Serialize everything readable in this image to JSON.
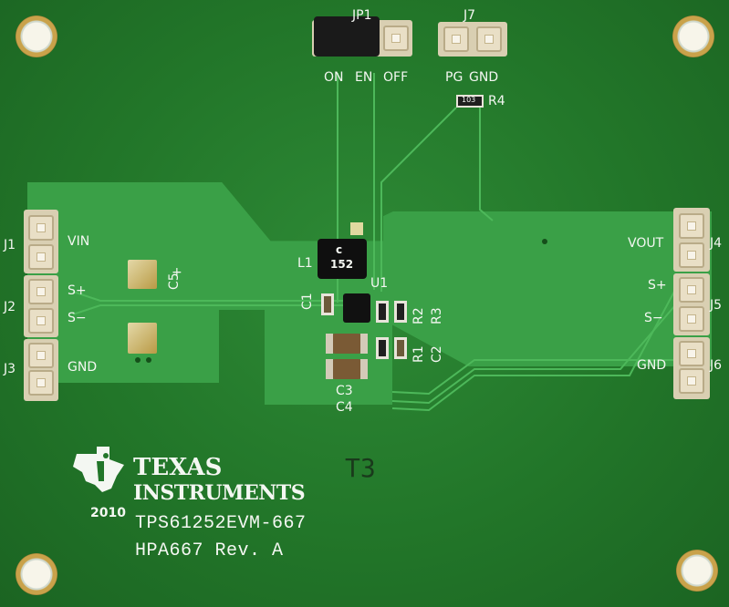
{
  "board": {
    "logo": {
      "line1": "TEXAS",
      "line2": "INSTRUMENTS",
      "icon": "ti-logo-icon"
    },
    "year": "2010",
    "part_number": "TPS61252EVM-667",
    "revision": "HPA667  Rev. A",
    "center_mark": "T3"
  },
  "labels": {
    "jp1": "JP1",
    "jp1_on": "ON",
    "jp1_en": "EN",
    "jp1_off": "OFF",
    "j7": "J7",
    "j7_pg": "PG",
    "j7_gnd": "GND",
    "r4": "R4",
    "r4_marking": "103",
    "j1": "J1",
    "vin": "VIN",
    "j2": "J2",
    "s_plus_left": "S+",
    "s_minus_left": "S−",
    "j3": "J3",
    "gnd_left": "GND",
    "j4": "J4",
    "vout": "VOUT",
    "j5": "J5",
    "s_plus_right": "S+",
    "s_minus_right": "S−",
    "j6": "J6",
    "gnd_right": "GND",
    "l1": "L1",
    "l1_marking_top": "c",
    "l1_marking_bottom": "152",
    "u1": "U1",
    "c1": "C1",
    "c5": "C5",
    "c5_plus": "+",
    "r2": "R2",
    "r3": "R3",
    "r1": "R1",
    "c2": "C2",
    "c3": "C3",
    "c4": "C4"
  },
  "colors": {
    "pcb": "#227629",
    "copper_plane": "#3aa047",
    "silkscreen": "#f4f7f2",
    "gold": "#c9a24a"
  }
}
